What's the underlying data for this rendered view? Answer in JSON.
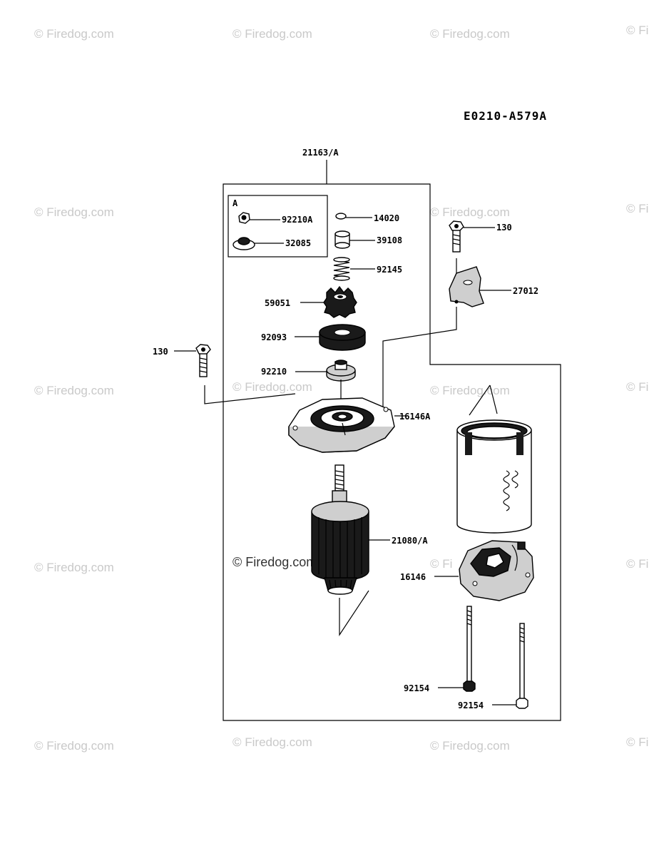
{
  "diagram_code": "E0210-A579A",
  "watermark": {
    "text": "© Firedog.com",
    "center_text": "© Firedog.com",
    "edge_text": "© Fi"
  },
  "kit": {
    "label": "A",
    "items": [
      "92210A",
      "32085"
    ]
  },
  "assembly_label": "21163/A",
  "parts": {
    "p14020": "14020",
    "p39108": "39108",
    "p92145": "92145",
    "p59051": "59051",
    "p92093": "92093",
    "p92210": "92210",
    "p16146A": "16146A",
    "p130_left": "130",
    "p130_right": "130",
    "p27012": "27012",
    "p21080A": "21080/A",
    "p16146": "16146",
    "p92154_a": "92154",
    "p92154_b": "92154"
  },
  "colors": {
    "line": "#000000",
    "watermark": "#c9c9c9"
  }
}
